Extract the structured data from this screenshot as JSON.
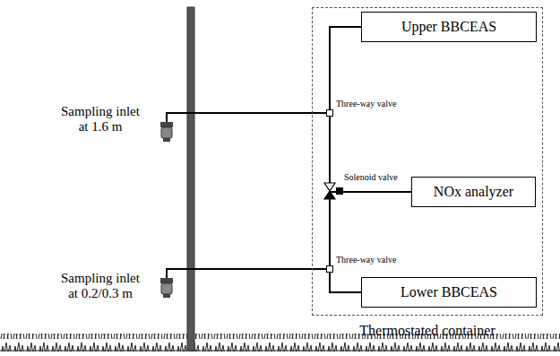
{
  "diagram": {
    "nodes": [
      {
        "text": [
          "Thermostated container"
        ]
      },
      {
        "text": [
          "Upper BBCEAS"
        ],
        "in": 0
      },
      {
        "text": [
          "NOx analyzer"
        ],
        "in": 0
      },
      {
        "text": [
          "Lower BBCEAS"
        ],
        "in": 0
      }
    ],
    "edges": [
      {
        "from": 1,
        "to": 2,
        "arrow": "none"
      },
      {
        "from": 3,
        "to": 2,
        "arrow": "none"
      }
    ],
    "labels": [
      "Sampling inlet at 1.6 m",
      "Sampling inlet at 0.2/0.3 m",
      "Three-way valve",
      "Three-way valve",
      "Solenoid valve"
    ]
  }
}
